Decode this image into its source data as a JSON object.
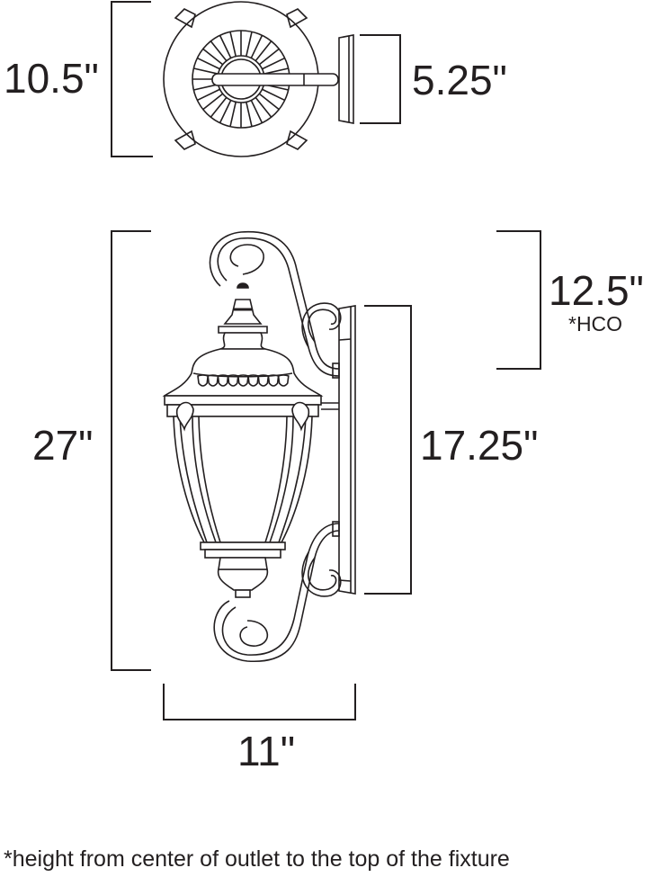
{
  "top_view": {
    "width_label": "10.5\"",
    "depth_label": "5.25\""
  },
  "side_view": {
    "height_label": "27\"",
    "width_label": "11\"",
    "backplate_label": "17.25\"",
    "hco_label": "12.5\"",
    "hco_tag": "*HCO"
  },
  "footnote": "*height from center of outlet to the top of the fixture",
  "colors": {
    "line": "#231f20",
    "background": "#ffffff"
  }
}
